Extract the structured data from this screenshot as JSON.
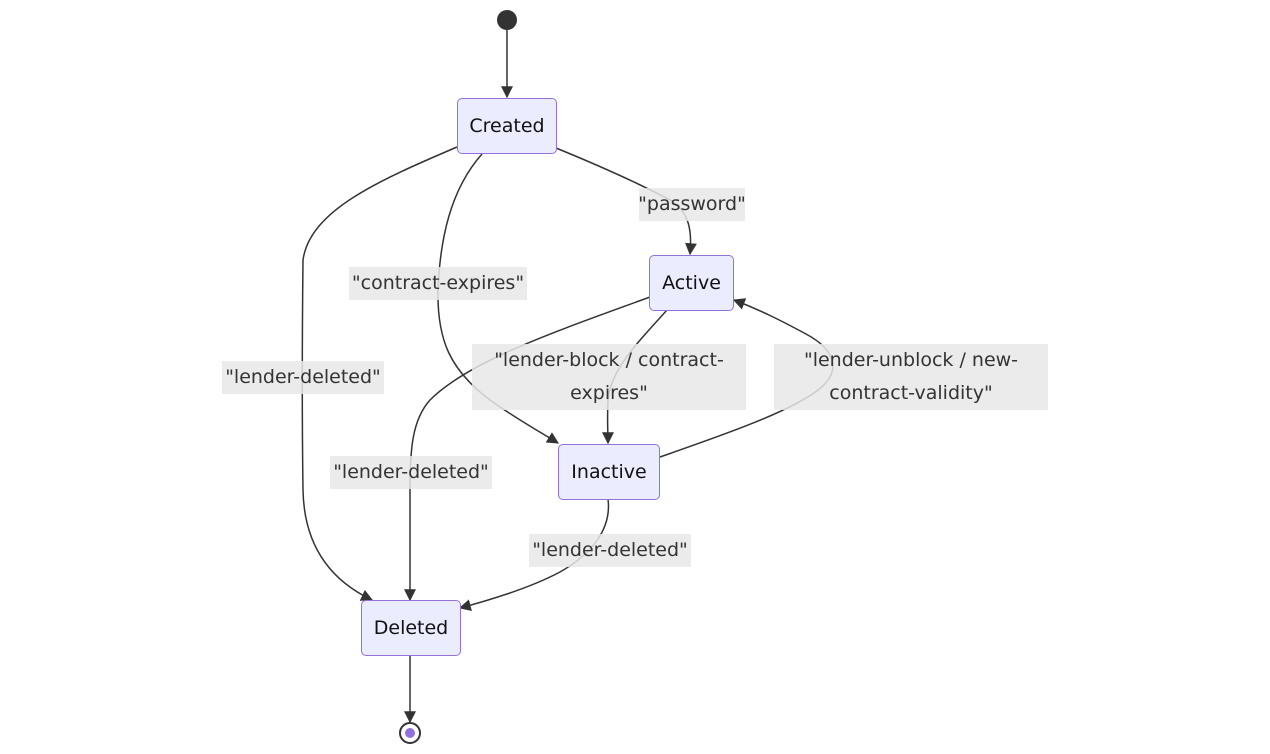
{
  "colors": {
    "state_fill": "#ececff",
    "state_border": "#9370db",
    "edge": "#333333",
    "label_bg": "#e8e8e8",
    "end_inner": "#9370db"
  },
  "states": {
    "created": "Created",
    "active": "Active",
    "inactive": "Inactive",
    "deleted": "Deleted"
  },
  "transitions": {
    "created_to_active": "\"password\"",
    "created_to_inactive": "\"contract-expires\"",
    "created_to_deleted": "\"lender-deleted\"",
    "active_to_inactive_line1": "\"lender-block / contract-",
    "active_to_inactive_line2": "expires\"",
    "inactive_to_active_line1": "\"lender-unblock / new-",
    "inactive_to_active_line2": "contract-validity\"",
    "active_to_deleted": "\"lender-deleted\"",
    "inactive_to_deleted": "\"lender-deleted\""
  }
}
